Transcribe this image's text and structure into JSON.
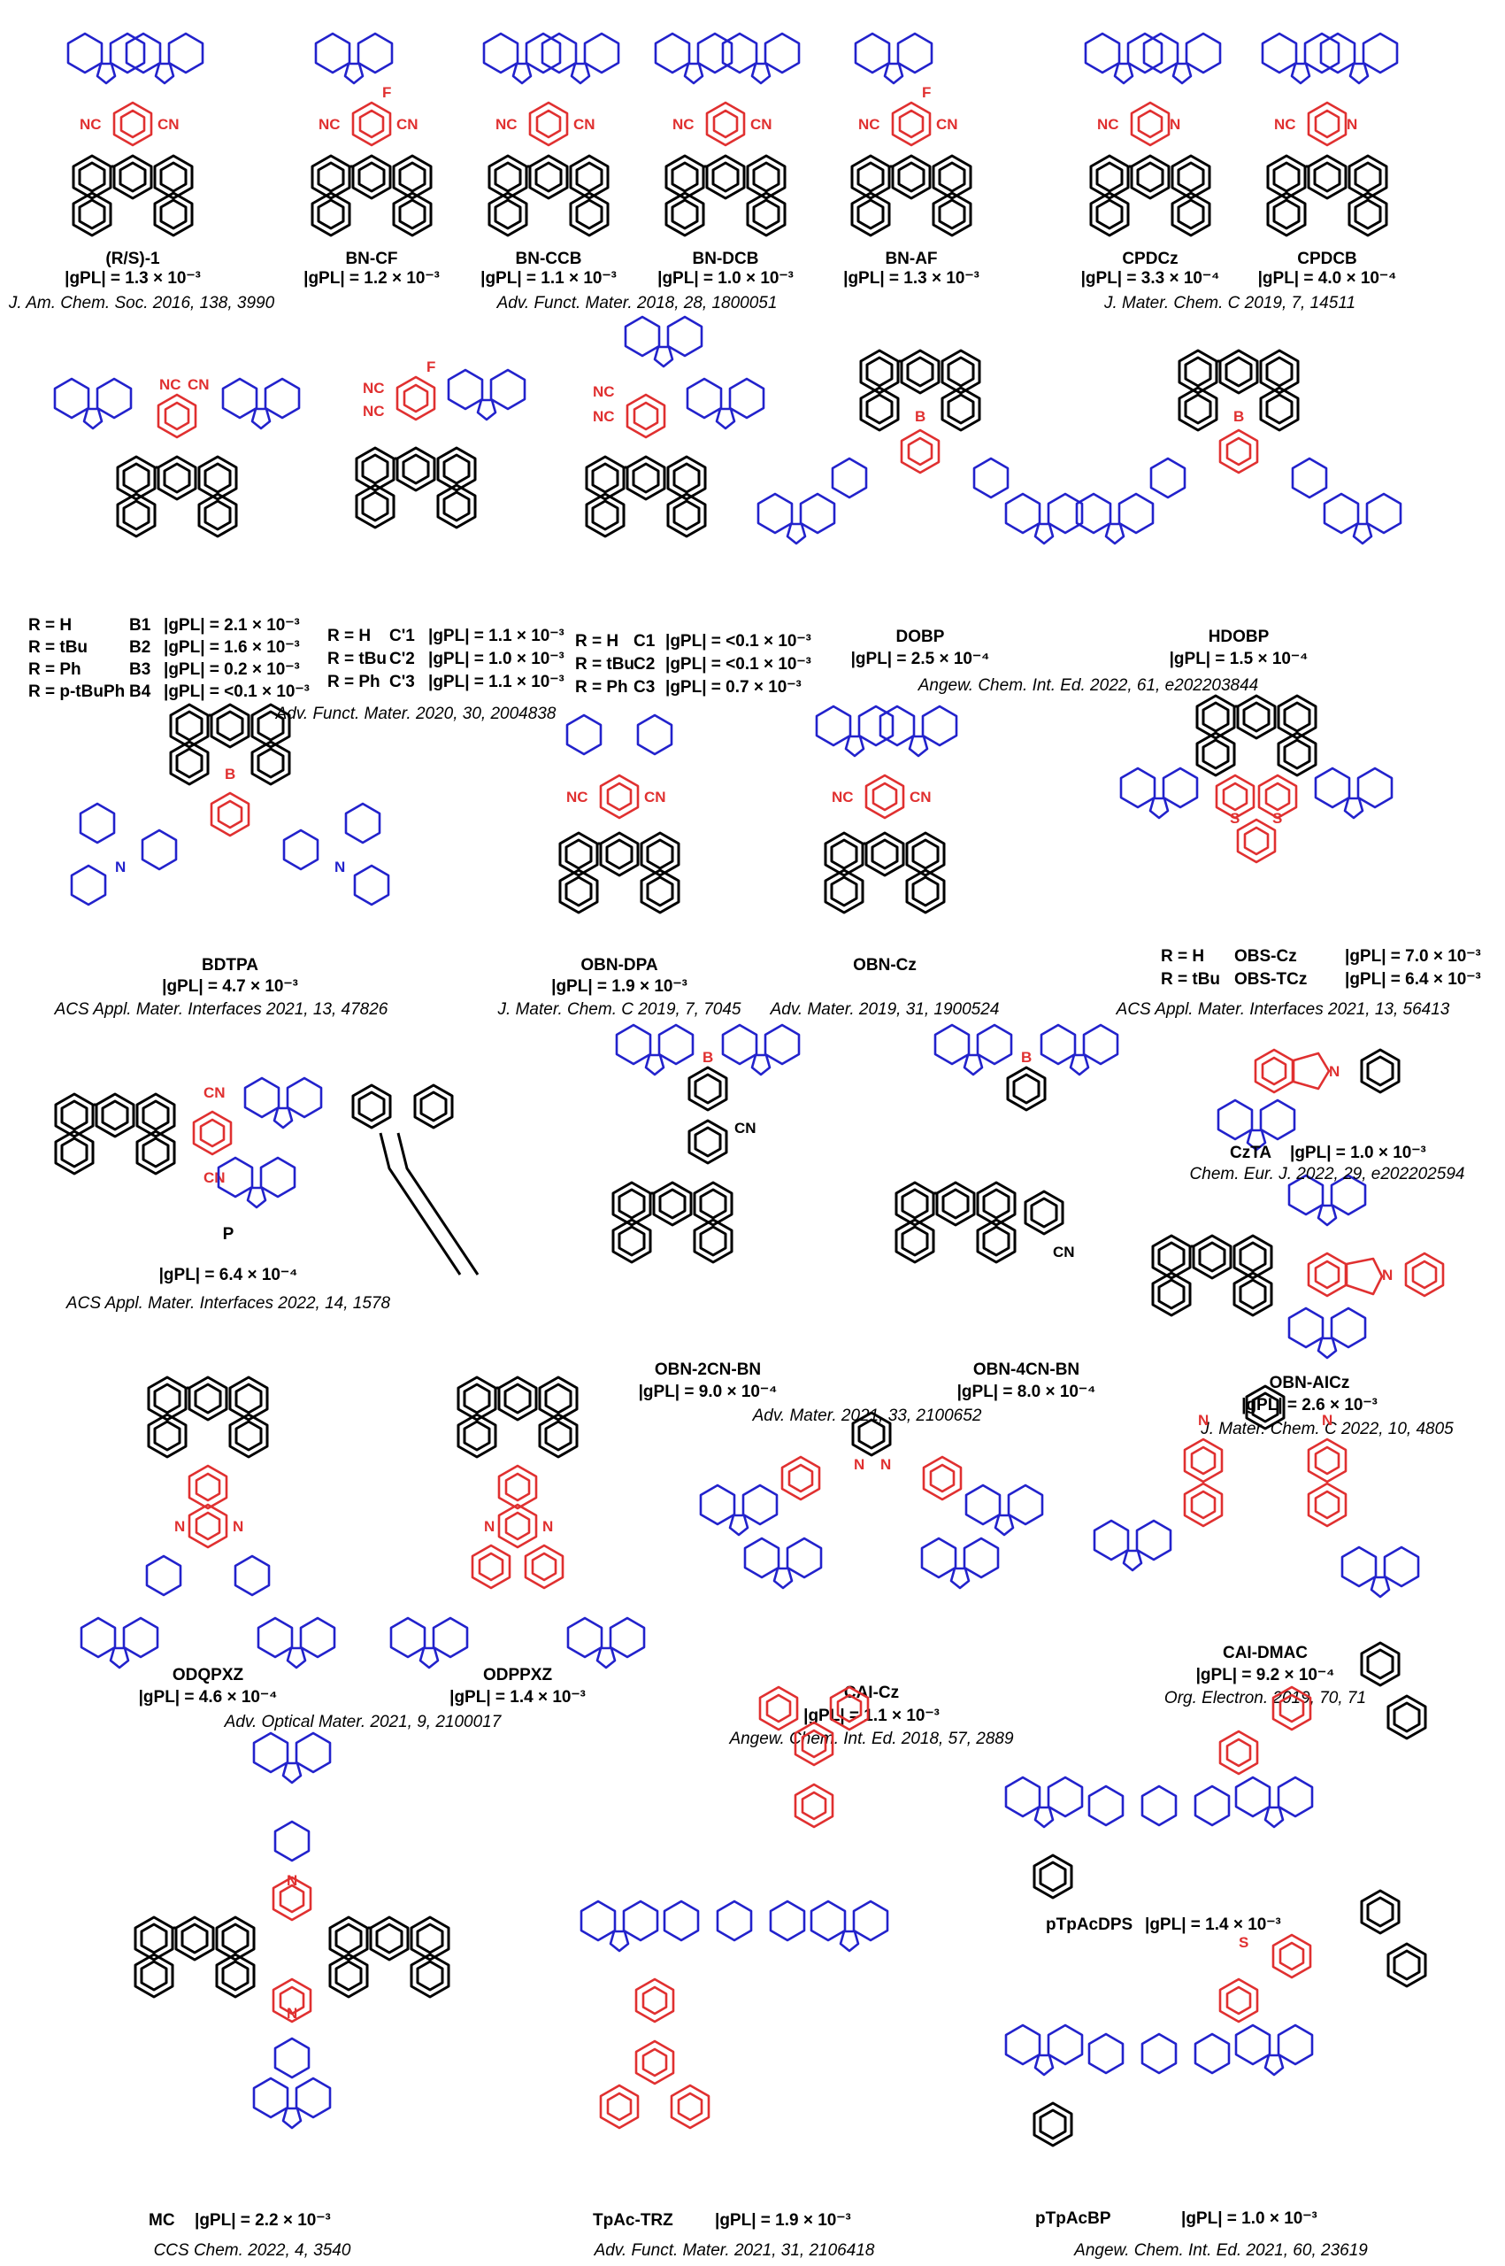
{
  "colors": {
    "donor": "#2222cc",
    "acceptor": "#e03030",
    "chiral": "#000000"
  },
  "rows": [
    {
      "molecules": [
        {
          "name": "(R/S)-1",
          "gpl": "|gPL| = 1.3 × 10⁻³"
        },
        {
          "name": "BN-CF",
          "gpl": "|gPL| = 1.2 × 10⁻³"
        },
        {
          "name": "BN-CCB",
          "gpl": "|gPL| = 1.1 × 10⁻³"
        },
        {
          "name": "BN-DCB",
          "gpl": "|gPL| = 1.0 × 10⁻³"
        },
        {
          "name": "BN-AF",
          "gpl": "|gPL| = 1.3 × 10⁻³"
        },
        {
          "name": "CPDCz",
          "gpl": "|gPL| = 3.3 × 10⁻⁴"
        },
        {
          "name": "CPDCB",
          "gpl": "|gPL| = 4.0 × 10⁻⁴"
        }
      ],
      "refs": [
        "J. Am. Chem. Soc. 2016, 138, 3990",
        "Adv. Funct. Mater. 2018, 28, 1800051",
        "J. Mater. Chem. C 2019, 7, 14511"
      ]
    },
    {
      "tables": [
        {
          "rows": [
            {
              "r": "R = H",
              "id": "B1",
              "gpl": "|gPL| = 2.1 × 10⁻³"
            },
            {
              "r": "R = tBu",
              "id": "B2",
              "gpl": "|gPL| = 1.6 × 10⁻³"
            },
            {
              "r": "R = Ph",
              "id": "B3",
              "gpl": "|gPL| = 0.2 × 10⁻³"
            },
            {
              "r": "R = p-tBuPh",
              "id": "B4",
              "gpl": "|gPL| = <0.1 × 10⁻³"
            }
          ]
        },
        {
          "rows": [
            {
              "r": "R = H",
              "id": "C'1",
              "gpl": "|gPL| = 1.1 × 10⁻³"
            },
            {
              "r": "R = tBu",
              "id": "C'2",
              "gpl": "|gPL| = 1.0 × 10⁻³"
            },
            {
              "r": "R = Ph",
              "id": "C'3",
              "gpl": "|gPL| = 1.1 × 10⁻³"
            }
          ]
        },
        {
          "rows": [
            {
              "r": "R = H",
              "id": "C1",
              "gpl": "|gPL| = <0.1 × 10⁻³"
            },
            {
              "r": "R = tBu",
              "id": "C2",
              "gpl": "|gPL| = <0.1 × 10⁻³"
            },
            {
              "r": "R = Ph",
              "id": "C3",
              "gpl": "|gPL| = 0.7 × 10⁻³"
            }
          ]
        }
      ],
      "molecules": [
        {
          "name": "DOBP",
          "gpl": "|gPL| = 2.5 × 10⁻⁴"
        },
        {
          "name": "HDOBP",
          "gpl": "|gPL| = 1.5 × 10⁻⁴"
        }
      ],
      "refs": [
        "Adv. Funct. Mater. 2020, 30, 2004838",
        "Angew. Chem. Int. Ed. 2022, 61, e202203844"
      ]
    },
    {
      "molecules": [
        {
          "name": "BDTPA",
          "gpl": "|gPL| = 4.7 × 10⁻³"
        },
        {
          "name": "OBN-DPA",
          "gpl": "|gPL| = 1.9 × 10⁻³"
        },
        {
          "name": "OBN-Cz",
          "gpl": ""
        }
      ],
      "obs": [
        {
          "r": "R = H",
          "id": "OBS-Cz",
          "gpl": "|gPL| = 7.0 × 10⁻³"
        },
        {
          "r": "R = tBu",
          "id": "OBS-TCz",
          "gpl": "|gPL| = 6.4 × 10⁻³"
        }
      ],
      "refs": [
        "ACS Appl. Mater. Interfaces 2021, 13, 47826",
        "J. Mater. Chem. C 2019, 7, 7045",
        "Adv. Mater. 2019, 31, 1900524",
        "ACS Appl. Mater. Interfaces 2021, 13, 56413"
      ]
    },
    {
      "molecules": [
        {
          "name": "P",
          "gpl": "|gPL| = 6.4 × 10⁻⁴"
        },
        {
          "name": "OBN-2CN-BN",
          "gpl": "|gPL| = 9.0 × 10⁻⁴"
        },
        {
          "name": "OBN-4CN-BN",
          "gpl": "|gPL| = 8.0 × 10⁻⁴"
        },
        {
          "name": "CzTA",
          "gpl": "|gPL| = 1.0 × 10⁻³"
        },
        {
          "name": "OBN-AICz",
          "gpl": "|gPL| = 2.6 × 10⁻³"
        }
      ],
      "refs": [
        "ACS Appl. Mater. Interfaces 2022, 14, 1578",
        "Adv. Mater. 2021, 33, 2100652",
        "Chem. Eur. J. 2022, 29, e202202594",
        "J. Mater. Chem. C 2022, 10, 4805"
      ]
    },
    {
      "molecules": [
        {
          "name": "ODQPXZ",
          "gpl": "|gPL| = 4.6 × 10⁻⁴"
        },
        {
          "name": "ODPPXZ",
          "gpl": "|gPL| = 1.4 × 10⁻³"
        },
        {
          "name": "CAI-Cz",
          "gpl": "|gPL| = 1.1 × 10⁻³"
        },
        {
          "name": "CAI-DMAC",
          "gpl": "|gPL| = 9.2 × 10⁻⁴"
        }
      ],
      "refs": [
        "Adv. Optical Mater. 2021, 9, 2100017",
        "Angew. Chem. Int. Ed. 2018, 57, 2889",
        "Org. Electron. 2019, 70, 71"
      ]
    },
    {
      "molecules": [
        {
          "name": "MC",
          "gpl": "|gPL| = 2.2 × 10⁻³"
        },
        {
          "name": "TpAc-TRZ",
          "gpl": "|gPL| = 1.9 × 10⁻³"
        },
        {
          "name": "pTpAcDPS",
          "gpl": "|gPL| = 1.4 × 10⁻³"
        },
        {
          "name": "pTpAcBP",
          "gpl": "|gPL| = 1.0 × 10⁻³"
        }
      ],
      "refs": [
        "CCS Chem. 2022, 4, 3540",
        "Adv. Funct. Mater. 2021, 31, 2106418",
        "Angew. Chem. Int. Ed. 2021, 60, 23619"
      ]
    }
  ]
}
